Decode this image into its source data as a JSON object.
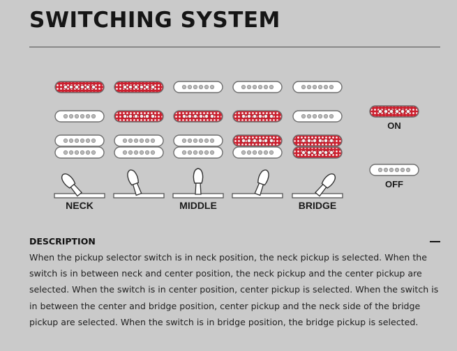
{
  "page": {
    "title": "SWITCHING SYSTEM"
  },
  "switching": {
    "positions": [
      {
        "label": "NECK",
        "neck": "on",
        "middle": "off",
        "bridge_neck_side": "off",
        "bridge_bridge_side": "off",
        "lever_angle": -40
      },
      {
        "label": "",
        "neck": "on",
        "middle": "on",
        "bridge_neck_side": "off",
        "bridge_bridge_side": "off",
        "lever_angle": -20
      },
      {
        "label": "MIDDLE",
        "neck": "off",
        "middle": "on",
        "bridge_neck_side": "off",
        "bridge_bridge_side": "off",
        "lever_angle": 0
      },
      {
        "label": "",
        "neck": "off",
        "middle": "on",
        "bridge_neck_side": "on",
        "bridge_bridge_side": "off",
        "lever_angle": 20
      },
      {
        "label": "BRIDGE",
        "neck": "off",
        "middle": "off",
        "bridge_neck_side": "on",
        "bridge_bridge_side": "on",
        "lever_angle": 40
      }
    ]
  },
  "legend": {
    "on_label": "ON",
    "off_label": "OFF"
  },
  "colors": {
    "on_fill": "#cc1f2e",
    "off_fill": "#ffffff",
    "outline": "#6e6e6e",
    "background": "#cacaca"
  },
  "description": {
    "heading": "DESCRIPTION",
    "collapse_icon": "minus-icon",
    "text": "When the pickup selector switch is in neck position, the neck pickup is selected. When the switch is in between neck and center position, the neck pickup and the center pickup are selected. When the switch is in center position, center pickup is selected. When the switch is in between the center and bridge position, center pickup and the neck side of the bridge pickup are selected. When the switch is in bridge position, the bridge pickup is selected."
  }
}
